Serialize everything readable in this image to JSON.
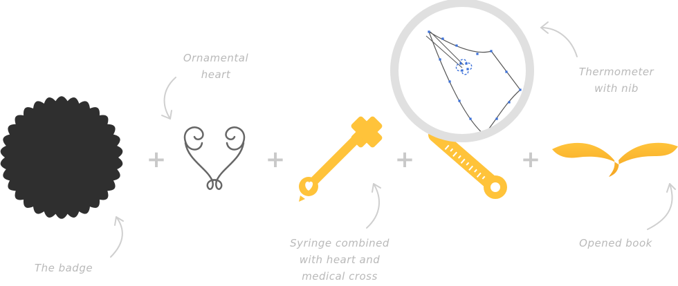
{
  "colors": {
    "badge": "#2f2f2f",
    "heart_stroke": "#666666",
    "accent_yellow": "#ffc33a",
    "accent_yellow_dark": "#f5a623",
    "plus": "#c9c9c9",
    "arrow": "#cfcfcf",
    "caption": "#b9b9b9",
    "magnifier_ring": "#e0e0e0",
    "path_blue": "#3a6fd8",
    "path_line": "#555555"
  },
  "operators": [
    "+",
    "+",
    "+",
    "+"
  ],
  "captions": {
    "badge": [
      "The badge"
    ],
    "heart": [
      "Ornamental",
      "heart"
    ],
    "syringe": [
      "Syringe combined",
      "with heart and",
      "medical cross"
    ],
    "thermometer": [
      "Thermometer",
      "with nib"
    ],
    "book": [
      "Opened book"
    ]
  },
  "icons": {
    "badge": "badge-icon",
    "heart": "ornamental-heart-icon",
    "syringe": "syringe-icon",
    "thermometer": "thermometer-icon",
    "magnifier": "magnifier-icon",
    "book": "opened-book-icon"
  }
}
